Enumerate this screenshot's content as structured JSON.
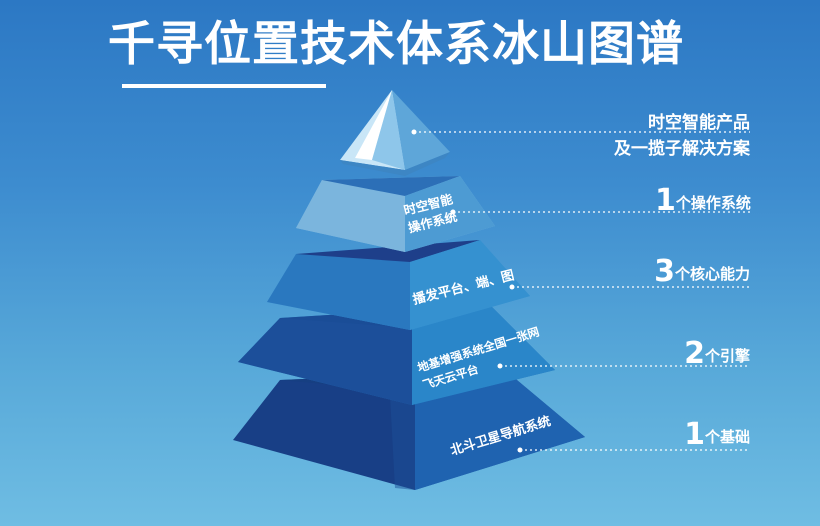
{
  "title": "千寻位置技术体系冰山图谱",
  "colors": {
    "background_top": "#2c78c4",
    "background_bottom": "#6fbde3",
    "text": "#ffffff",
    "layer_blue_light": "#6fb0dc",
    "layer_blue_mid": "#2e7fbf",
    "layer_blue_dark": "#1c4f9a",
    "layer_blue_darkest": "#173d7d"
  },
  "layers": [
    {
      "id": "tip",
      "label": "",
      "right_number": "",
      "right_text": "时空智能产品\n及一揽子解决方案"
    },
    {
      "id": "os",
      "label": "时空智能\n操作系统",
      "right_number": "1",
      "right_text": "个操作系统"
    },
    {
      "id": "core",
      "label": "播发平台、端、图",
      "right_number": "3",
      "right_text": "个核心能力"
    },
    {
      "id": "engine",
      "label": "地基增强系统全国一张网\n飞天云平台",
      "right_number": "2",
      "right_text": "个引擎"
    },
    {
      "id": "base",
      "label": "北斗卫星导航系统",
      "right_number": "1",
      "right_text": "个基础"
    }
  ]
}
